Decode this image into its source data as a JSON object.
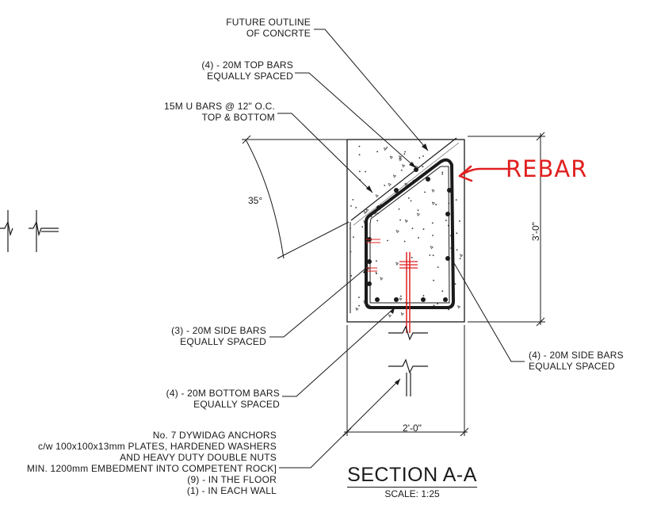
{
  "drawing": {
    "notes": {
      "future_outline": [
        "FUTURE OUTLINE",
        "OF CONCRTE"
      ],
      "top_bars": [
        "(4) - 20M TOP BARS",
        "EQUALLY SPACED"
      ],
      "u_bars": [
        "15M U BARS @ 12\" O.C.",
        "TOP & BOTTOM"
      ],
      "side_bars_left": [
        "(3) - 20M SIDE BARS",
        "EQUALLY SPACED"
      ],
      "bottom_bars": [
        "(4) - 20M BOTTOM BARS",
        "EQUALLY SPACED"
      ],
      "side_bars_right": [
        "(4) - 20M SIDE BARS",
        "EQUALLY SPACED"
      ],
      "anchors": [
        "No. 7 DYWIDAG ANCHORS",
        "c/w 100x100x13mm PLATES, HARDENED WASHERS",
        "AND HEAVY DUTY DOUBLE NUTS",
        "MIN. 1200mm EMBEDMENT INTO COMPETENT ROCK]",
        "(9) - IN THE FLOOR",
        "(1) - IN EACH WALL"
      ]
    },
    "dimensions": {
      "width": "2'-0\"",
      "height": "3'-0\"",
      "angle": "35°"
    },
    "title": "SECTION A-A",
    "scale": "SCALE: 1:25",
    "markup": {
      "label": "REBAR",
      "color": "#e02020"
    },
    "colors": {
      "ink": "#1a1a1a",
      "markup": "#e02020"
    }
  }
}
